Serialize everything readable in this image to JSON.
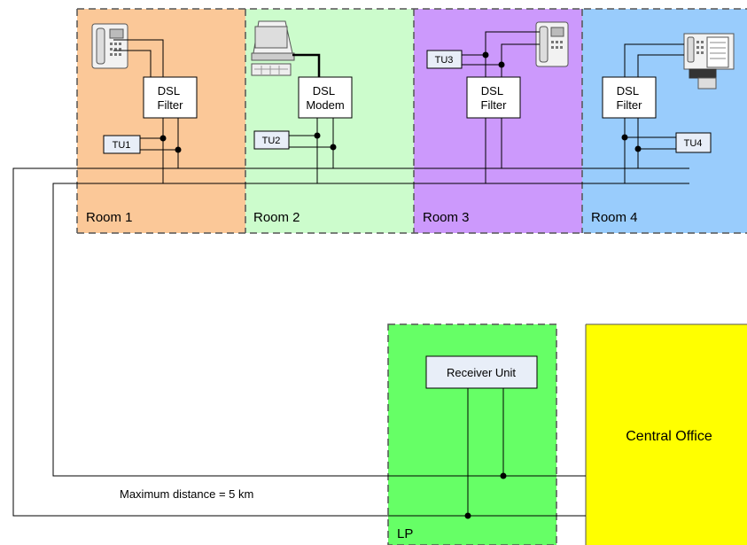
{
  "rooms": [
    {
      "label": "Room 1",
      "color": "#fbc898"
    },
    {
      "label": "Room 2",
      "color": "#ccfccc"
    },
    {
      "label": "Room 3",
      "color": "#cc99fc"
    },
    {
      "label": "Room 4",
      "color": "#99ccfc"
    }
  ],
  "devices": {
    "filter1": "DSL\nFilter",
    "modem": "DSL\nModem",
    "filter3": "DSL\nFilter",
    "filter4": "DSL\nFilter"
  },
  "test_units": [
    "TU1",
    "TU2",
    "TU3",
    "TU4"
  ],
  "lp": {
    "label": "LP",
    "color": "#66ff66",
    "receiver_label": "Receiver Unit"
  },
  "central_office": {
    "label": "Central Office",
    "color": "#ffff00"
  },
  "distance_text": "Maximum distance = 5 km",
  "icons": [
    "telephone-icon",
    "computer-icon",
    "telephone-icon",
    "fax-machine-icon"
  ]
}
